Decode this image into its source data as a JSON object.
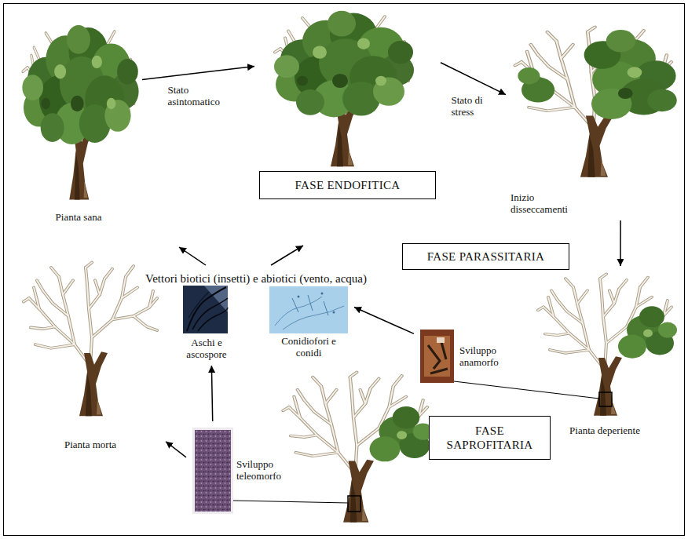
{
  "diagram": {
    "nodes": [
      {
        "text": [
          "Pianta sana"
        ]
      },
      {
        "text": [
          "FASE ENDOFITICA"
        ]
      },
      {
        "text": [
          "Inizio disseccamenti"
        ]
      },
      {
        "text": [
          "FASE PARASSITARIA"
        ]
      },
      {
        "text": [
          "Pianta deperiente"
        ]
      },
      {
        "text": [
          "Sviluppo anamorfo"
        ]
      },
      {
        "text": [
          "Conidiofori e conidi"
        ]
      },
      {
        "text": [
          "Aschi e ascospore"
        ]
      },
      {
        "text": [
          "Sviluppo teleomorfo"
        ]
      },
      {
        "text": [
          "FASE SAPROFITARIA"
        ]
      },
      {
        "text": [
          "Pianta morta"
        ]
      }
    ],
    "edges": [
      {
        "from": 0,
        "to": 1,
        "arrow": "to",
        "label": "Stato asintomatico"
      },
      {
        "from": 1,
        "to": 2,
        "arrow": "to",
        "label": "Stato di stress"
      },
      {
        "from": 2,
        "to": 4,
        "arrow": "to"
      },
      {
        "from": 5,
        "to": 6,
        "arrow": "to"
      },
      {
        "from": 8,
        "to": 7,
        "arrow": "to"
      },
      {
        "from": 8,
        "to": 10,
        "arrow": "to"
      }
    ],
    "labels": [
      "Vettori biotici (insetti) e abiotici (vento, acqua)"
    ]
  }
}
